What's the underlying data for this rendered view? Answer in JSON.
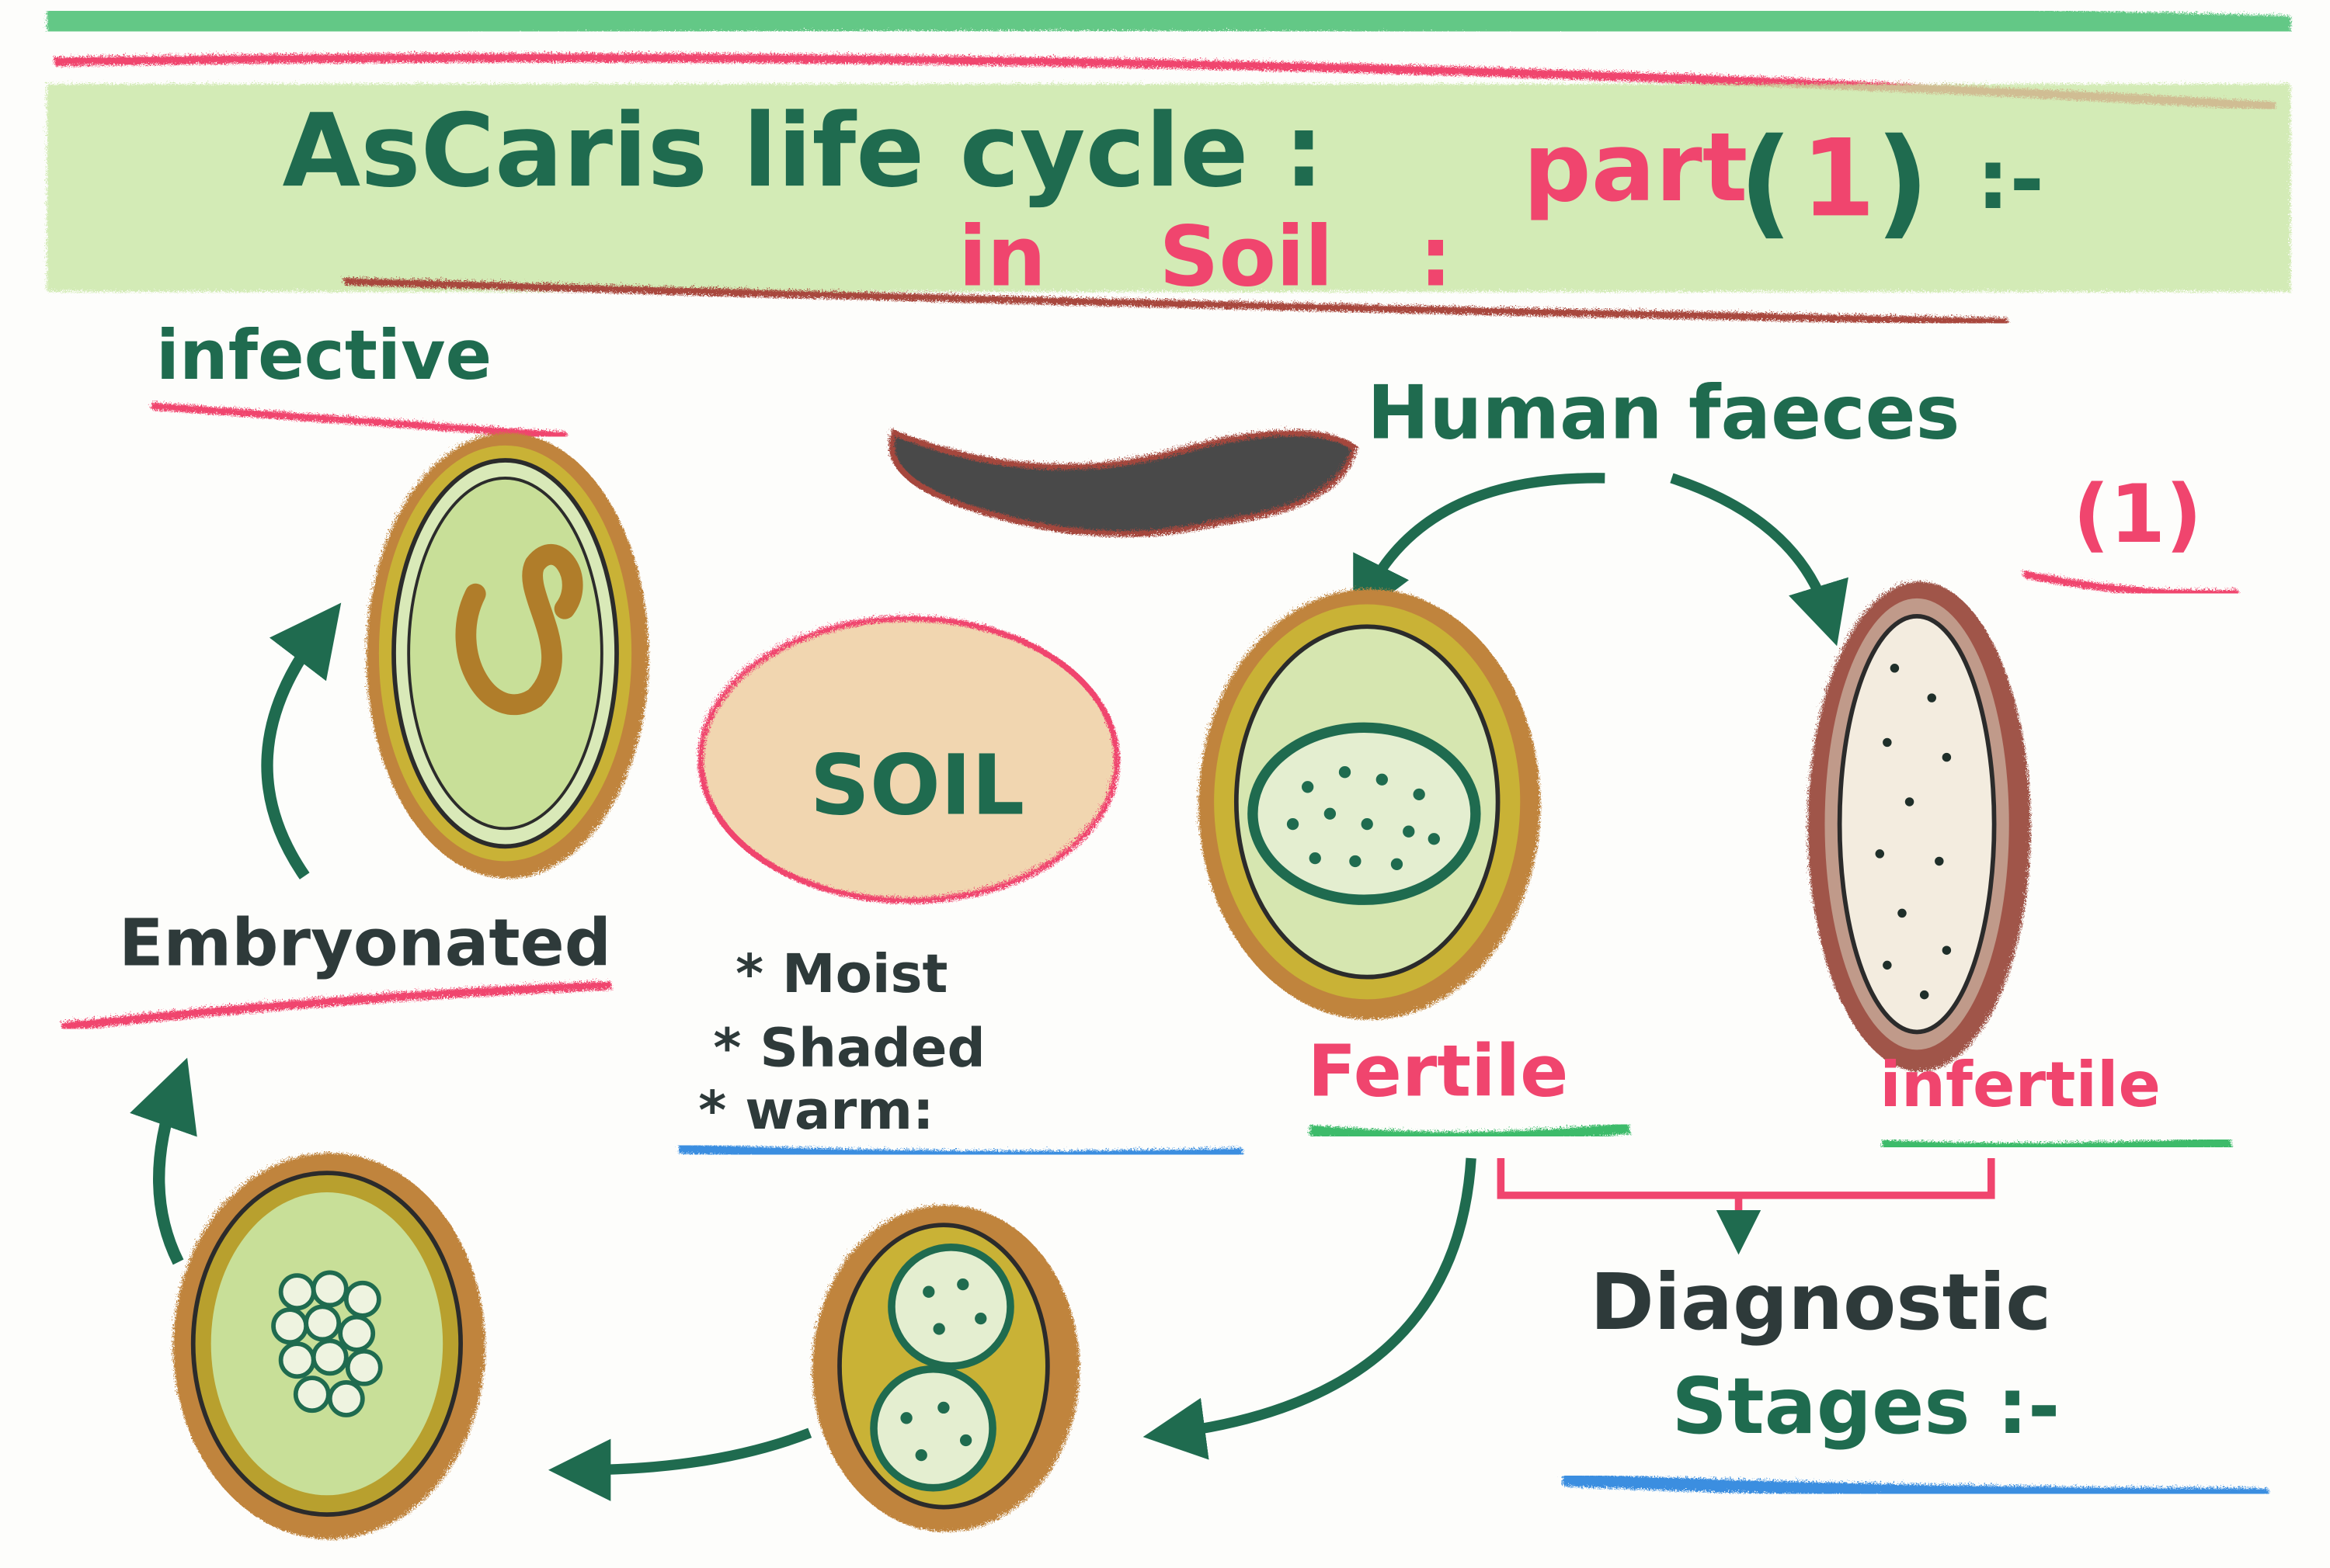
{
  "title": {
    "main": "AsCaris  life cycle :",
    "part": "part",
    "paren_open": "(",
    "part_number": "1",
    "paren_close": ")",
    "suffix": ":-",
    "subtitle_in": "in",
    "subtitle_soil": "Soil",
    "subtitle_colon": ":"
  },
  "labels": {
    "infective": "infective",
    "human_faeces": "Human faeces",
    "faeces_number": "(1)",
    "soil": "SOIL",
    "conditions": [
      "* Moist",
      "* Shaded",
      "* warm:"
    ],
    "embryonated": "Embryonated",
    "fertile": "Fertile",
    "infertile": "infertile",
    "diagnostic_line1": "Diagnostic",
    "diagnostic_line2": "Stages :-"
  },
  "colors": {
    "green_ink": "#1f6b4f",
    "pink_ink": "#f0456e",
    "light_green": "#b9dc8e",
    "brown": "#8a4a3a",
    "olive": "#b8a02e",
    "blue": "#3a8ee0"
  }
}
